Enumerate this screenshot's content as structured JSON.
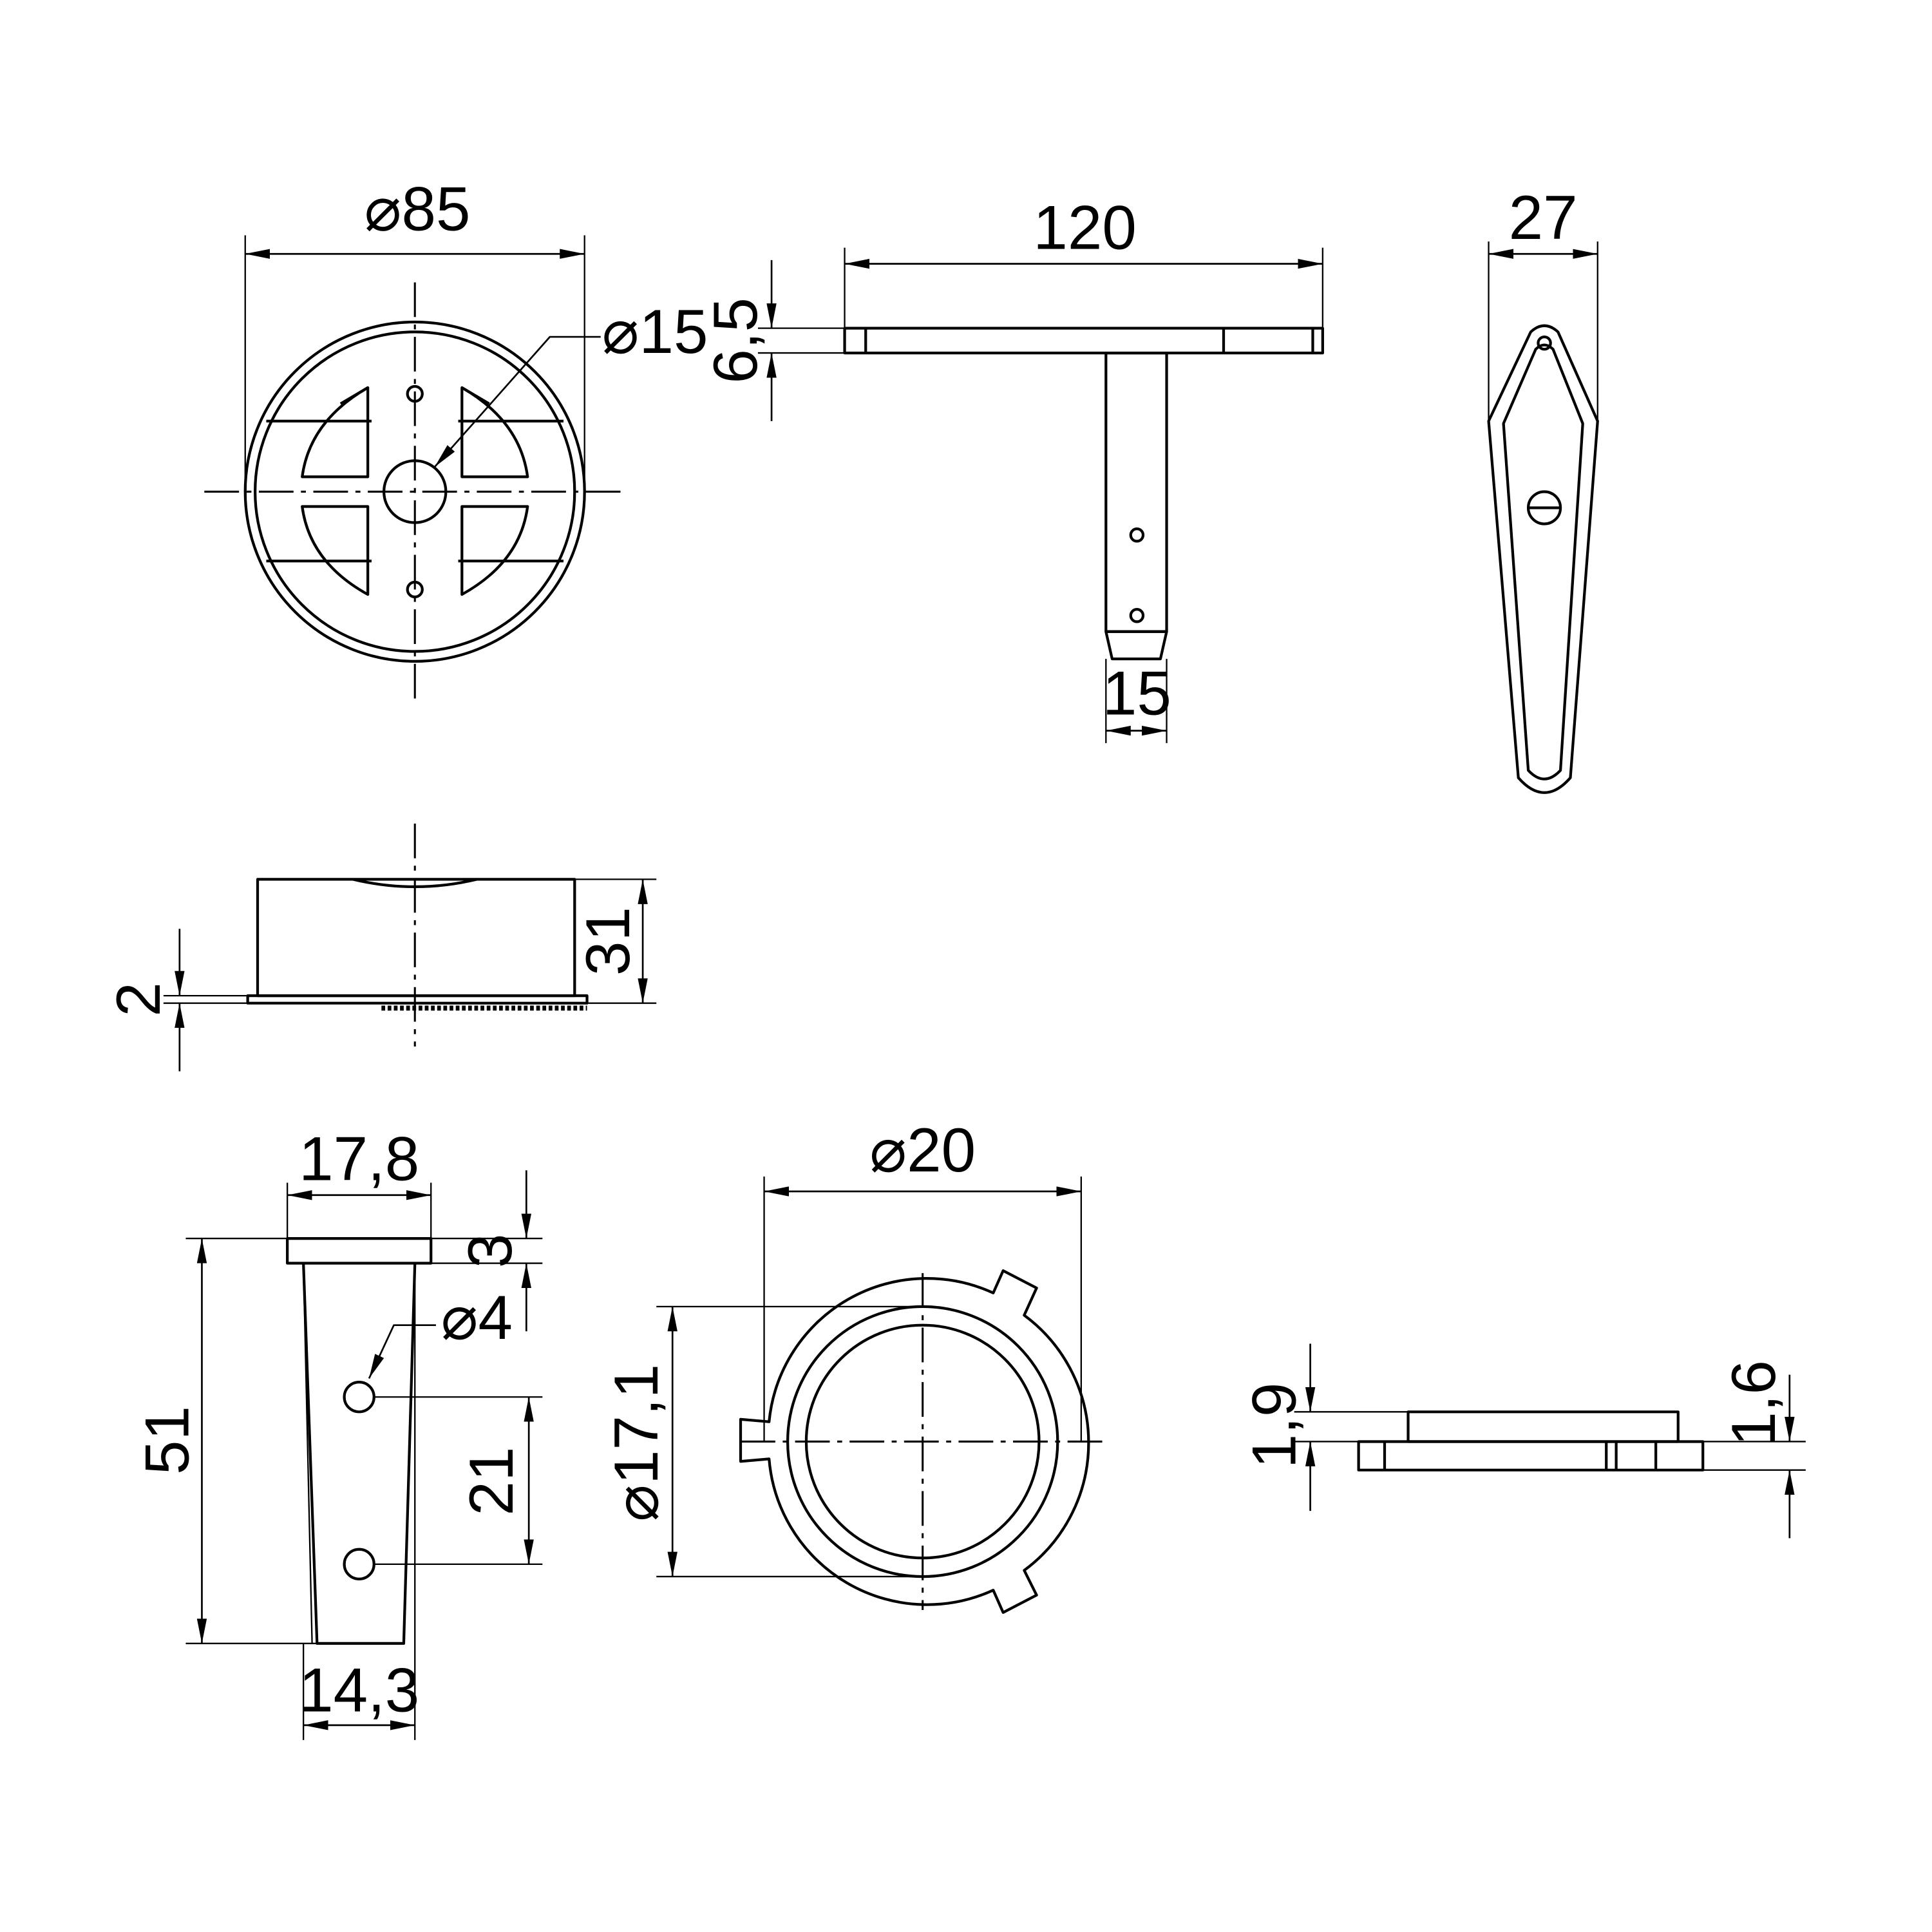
{
  "drawing": {
    "views": {
      "base_plate_top": {
        "dims": {
          "outer_diameter": "⌀85",
          "hub_diameter": "⌀15"
        }
      },
      "bracket_front": {
        "dims": {
          "length": "120",
          "thickness": "6,5",
          "stem_width": "15"
        }
      },
      "lever_side": {
        "dims": {
          "width": "27"
        }
      },
      "base_plate_side": {
        "dims": {
          "height": "31",
          "flange": "2"
        }
      },
      "sleeve_front": {
        "dims": {
          "top_width": "17,8",
          "collar_height": "3",
          "hole_diameter": "⌀4",
          "length": "51",
          "hole_spacing": "21",
          "bottom_width": "14,3"
        }
      },
      "ring_top": {
        "dims": {
          "outer_diameter": "⌀20",
          "inner_diameter": "⌀17,1"
        }
      },
      "ring_side": {
        "dims": {
          "upper_height": "1,9",
          "lower_height": "1,6"
        }
      }
    }
  }
}
